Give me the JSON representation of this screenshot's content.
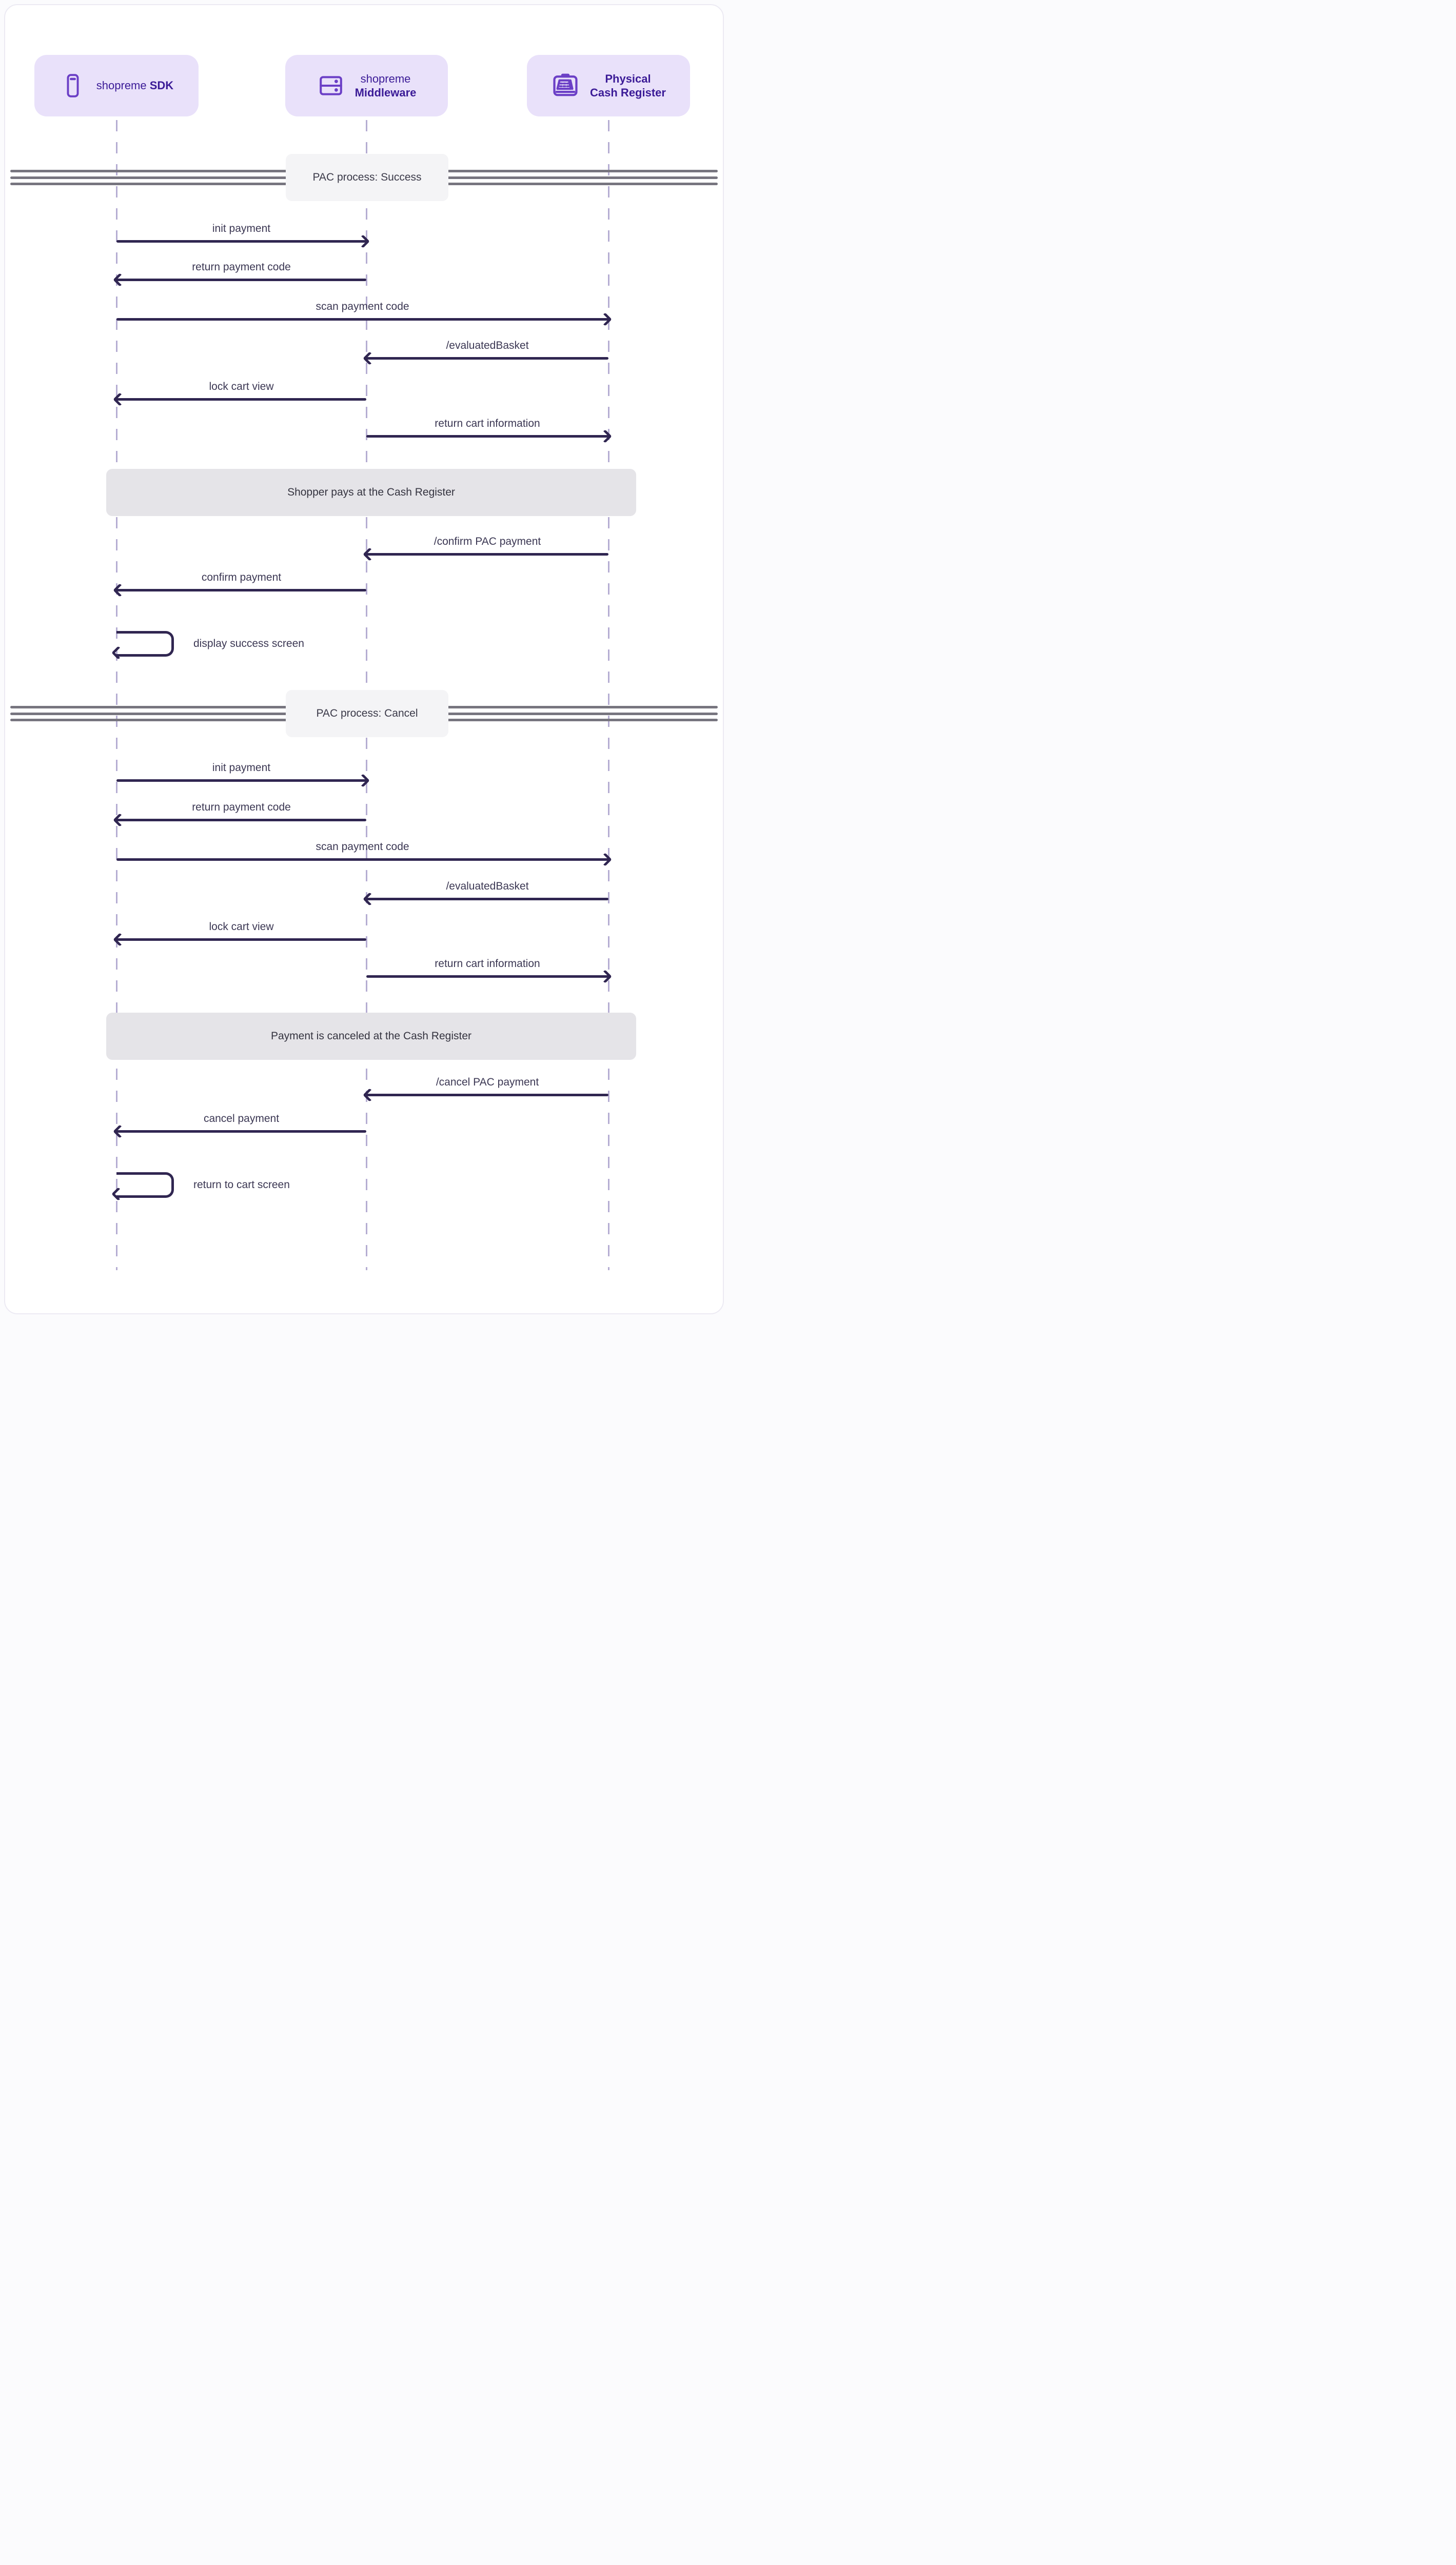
{
  "diagram": {
    "actors": [
      {
        "id": "sdk",
        "brand": "shopreme",
        "name": "SDK",
        "icon": "smartphone-icon"
      },
      {
        "id": "middleware",
        "brand": "shopreme",
        "name": "Middleware",
        "icon": "server-icon"
      },
      {
        "id": "cash-register",
        "name_line1": "Physical",
        "name_line2": "Cash Register",
        "icon": "cash-register-icon"
      }
    ],
    "sections": [
      {
        "divider": "PAC process: Success",
        "messages": [
          {
            "label": "init payment",
            "from": "shopreme SDK",
            "to": "shopreme Middleware",
            "direction": "right"
          },
          {
            "label": "return payment code",
            "from": "shopreme Middleware",
            "to": "shopreme SDK",
            "direction": "left"
          },
          {
            "label": "scan payment code",
            "from": "shopreme SDK",
            "to": "Physical Cash Register",
            "direction": "right"
          },
          {
            "label": "/evaluatedBasket",
            "from": "Physical Cash Register",
            "to": "shopreme Middleware",
            "direction": "left"
          },
          {
            "label": "lock cart view",
            "from": "shopreme Middleware",
            "to": "shopreme SDK",
            "direction": "left"
          },
          {
            "label": "return cart information",
            "from": "shopreme Middleware",
            "to": "Physical Cash Register",
            "direction": "right"
          }
        ],
        "note": "Shopper pays at the Cash Register",
        "messages_after": [
          {
            "label": "/confirm PAC payment",
            "from": "Physical Cash Register",
            "to": "shopreme Middleware",
            "direction": "left"
          },
          {
            "label": "confirm payment",
            "from": "shopreme Middleware",
            "to": "shopreme SDK",
            "direction": "left"
          },
          {
            "label": "display success screen",
            "from": "shopreme SDK",
            "to": "shopreme SDK",
            "direction": "self"
          }
        ]
      },
      {
        "divider": "PAC process: Cancel",
        "messages": [
          {
            "label": "init payment",
            "from": "shopreme SDK",
            "to": "shopreme Middleware",
            "direction": "right"
          },
          {
            "label": "return payment code",
            "from": "shopreme Middleware",
            "to": "shopreme SDK",
            "direction": "left"
          },
          {
            "label": "scan payment code",
            "from": "shopreme SDK",
            "to": "Physical Cash Register",
            "direction": "right"
          },
          {
            "label": "/evaluatedBasket",
            "from": "Physical Cash Register",
            "to": "shopreme Middleware",
            "direction": "left"
          },
          {
            "label": "lock cart view",
            "from": "shopreme Middleware",
            "to": "shopreme SDK",
            "direction": "left"
          },
          {
            "label": "return cart information",
            "from": "shopreme Middleware",
            "to": "Physical Cash Register",
            "direction": "right"
          }
        ],
        "note": "Payment is canceled at the Cash Register",
        "messages_after": [
          {
            "label": "/cancel PAC payment",
            "from": "Physical Cash Register",
            "to": "shopreme Middleware",
            "direction": "left"
          },
          {
            "label": "cancel payment",
            "from": "shopreme Middleware",
            "to": "shopreme SDK",
            "direction": "left"
          },
          {
            "label": "return to cart screen",
            "from": "shopreme SDK",
            "to": "shopreme SDK",
            "direction": "self"
          }
        ]
      }
    ],
    "colors": {
      "actor_bg": "#e9e1fa",
      "actor_text": "#3b1b97",
      "icon": "#6b3fc6",
      "arrow": "#302651",
      "message_text": "#3b3753",
      "divider_line": "#77757f",
      "divider_bg": "#f4f4f6",
      "note_bg": "#e5e4e8",
      "lifeline": "#b5add2"
    }
  }
}
